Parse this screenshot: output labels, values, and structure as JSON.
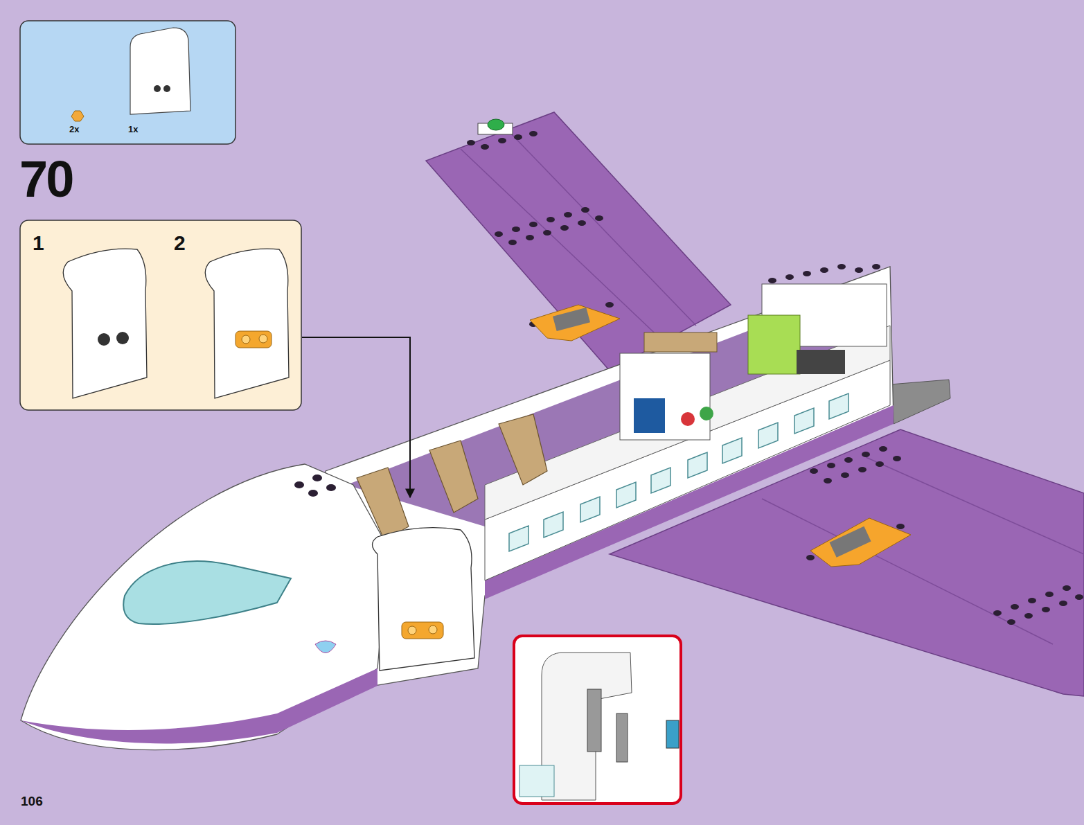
{
  "diagram": {
    "nodes": [
      {
        "text": [
          "2x",
          "1x"
        ]
      },
      {
        "text": [
          "1",
          "2"
        ]
      }
    ],
    "labels": [
      "70",
      "106"
    ]
  }
}
